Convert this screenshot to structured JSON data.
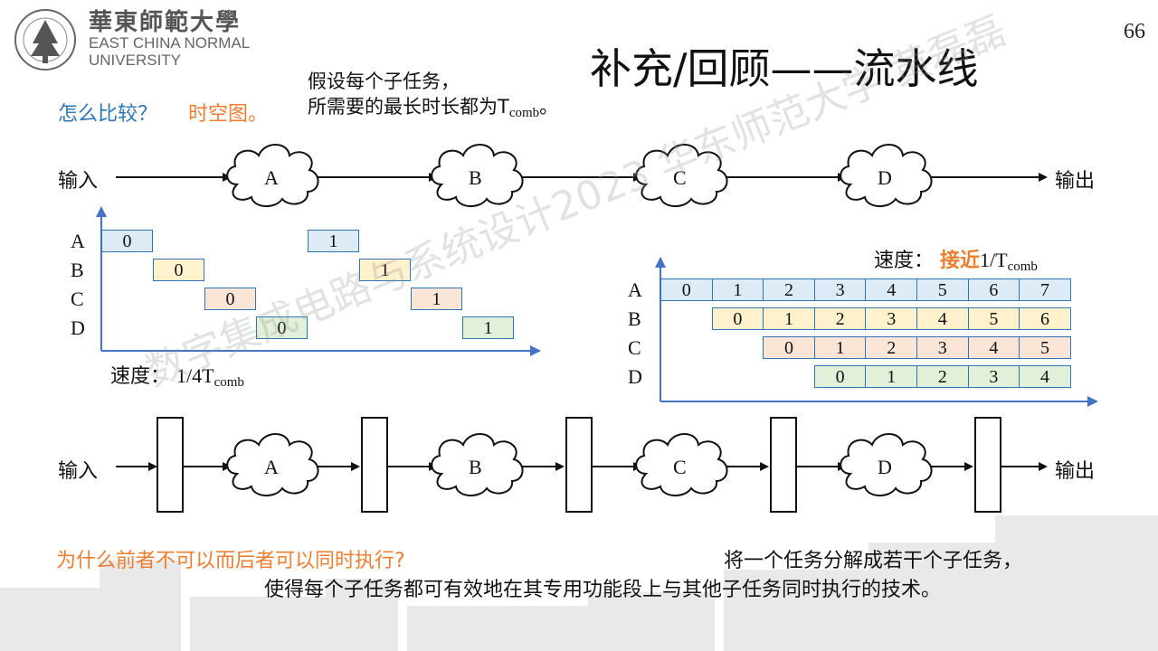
{
  "header": {
    "uni_cn": "華東師範大學",
    "uni_en_line1": "EAST CHINA NORMAL",
    "uni_en_line2": "UNIVERSITY",
    "page_number": "66",
    "title": "补充/回顾——流水线"
  },
  "question": {
    "how_compare": "怎么比较？",
    "answer": "时空图。"
  },
  "assumption": {
    "line1": "假设每个子任务，",
    "line2_prefix": "所需要的最长时长都为T",
    "line2_sub": "comb",
    "line2_suffix": "。"
  },
  "flow": {
    "input_label": "输入",
    "output_label": "输出",
    "stages": [
      "A",
      "B",
      "C",
      "D"
    ]
  },
  "left_diagram": {
    "rows": [
      "A",
      "B",
      "C",
      "D"
    ],
    "cells": [
      {
        "row": 0,
        "task": "0"
      },
      {
        "row": 1,
        "task": "0"
      },
      {
        "row": 2,
        "task": "0"
      },
      {
        "row": 3,
        "task": "0"
      },
      {
        "row": 0,
        "task": "1"
      },
      {
        "row": 1,
        "task": "1"
      },
      {
        "row": 2,
        "task": "1"
      },
      {
        "row": 3,
        "task": "1"
      }
    ],
    "speed_prefix": "速度：",
    "speed_value": "1/4T",
    "speed_sub": "comb"
  },
  "right_diagram": {
    "rows": [
      "A",
      "B",
      "C",
      "D"
    ],
    "row_values": [
      [
        "0",
        "1",
        "2",
        "3",
        "4",
        "5",
        "6",
        "7"
      ],
      [
        "0",
        "1",
        "2",
        "3",
        "4",
        "5",
        "6"
      ],
      [
        "0",
        "1",
        "2",
        "3",
        "4",
        "5"
      ],
      [
        "0",
        "1",
        "2",
        "3",
        "4"
      ]
    ],
    "speed_prefix": "速度：",
    "speed_highlight": "接近",
    "speed_value": "1/T",
    "speed_sub": "comb"
  },
  "bottom": {
    "question": "为什么前者不可以而后者可以同时执行?",
    "definition_line1": "将一个任务分解成若干个子任务，",
    "definition_line2": "使得每个子任务都可有效地在其专用功能段上与其他子任务同时执行的技术。"
  },
  "watermark": "数字集成电路与系统设计2023 华东师范大学 黄磊磊",
  "colors": {
    "blue_text": "#2e75b6",
    "orange_text": "#ed7d31",
    "axis": "#4472c4",
    "cell_A": "#ddebf7",
    "cell_B": "#fff2cc",
    "cell_C": "#fbe5d6",
    "cell_D": "#e2f0d9"
  }
}
